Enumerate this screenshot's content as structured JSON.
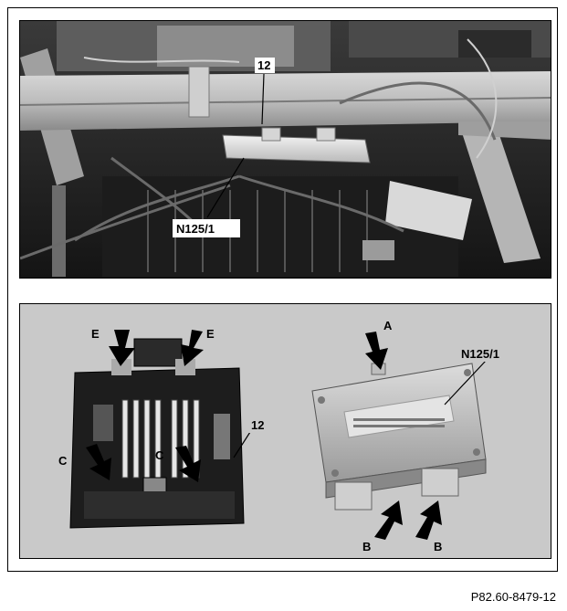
{
  "photo": {
    "label_component_12": "12",
    "label_n125_1": "N125/1"
  },
  "detail": {
    "label_e_left": "E",
    "label_e_right": "E",
    "label_c_left": "C",
    "label_c_right": "C",
    "label_12": "12",
    "label_a": "A",
    "label_n125_1": "N125/1",
    "label_b_left": "B",
    "label_b_right": "B"
  },
  "figure_code": "P82.60-8479-12"
}
